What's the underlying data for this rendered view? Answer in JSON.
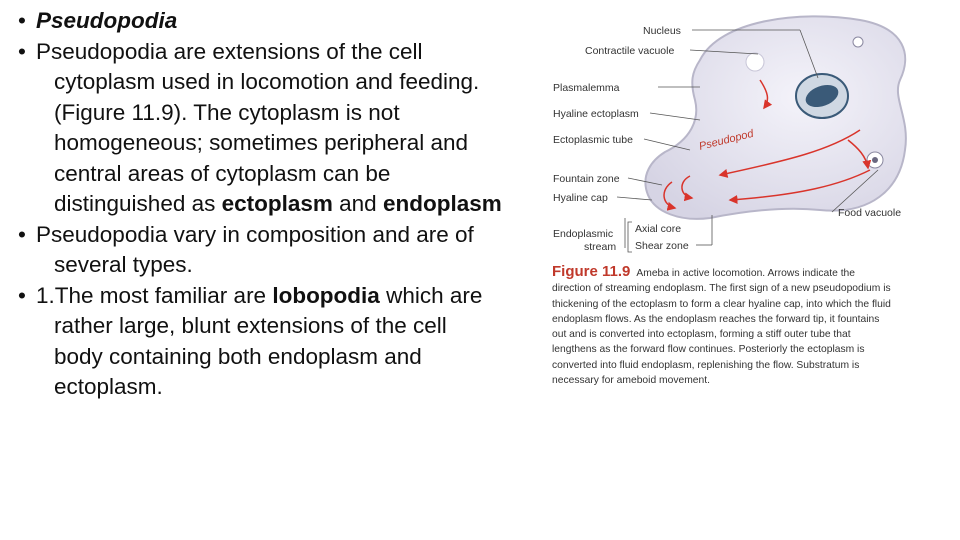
{
  "bullets": {
    "b1": {
      "marker": "•",
      "title": "Pseudopodia"
    },
    "b2": {
      "marker": "•",
      "line1": "Pseudopodia are extensions of the cell",
      "line2": "cytoplasm used in locomotion and feeding.",
      "line3": "(Figure 11.9). The cytoplasm is not",
      "line4": "homogeneous; sometimes peripheral and",
      "line5": "central areas of cytoplasm can be",
      "line6_pre": "distinguished as ",
      "line6_b1": "ectoplasm",
      "line6_mid": " and ",
      "line6_b2": "endoplasm"
    },
    "b3": {
      "marker": "•",
      "line1": "Pseudopodia vary in composition and are of",
      "line2": "several types."
    },
    "b4": {
      "marker": "•",
      "line1_pre": "1.The most familiar are ",
      "line1_bold": "lobopodia",
      "line1_post": " which are",
      "line2": "rather large, blunt extensions of the cell",
      "line3": "body containing both endoplasm and",
      "line4": "ectoplasm."
    }
  },
  "figure": {
    "labels": {
      "nucleus": "Nucleus",
      "contractile_vacuole": "Contractile vacuole",
      "plasmalemma": "Plasmalemma",
      "hyaline_ectoplasm": "Hyaline ectoplasm",
      "ectoplasmic_tube": "Ectoplasmic tube",
      "fountain_zone": "Fountain zone",
      "hyaline_cap": "Hyaline cap",
      "endoplasmic": "Endoplasmic",
      "stream": "stream",
      "axial_core": "Axial core",
      "shear_zone": "Shear zone",
      "food_vacuole": "Food vacuole",
      "pseudopod": "Pseudopod"
    },
    "caption": {
      "label": "Figure 11.9",
      "lines": [
        "Ameba in active locomotion. Arrows indicate the",
        "direction of streaming endoplasm. The first sign of a new pseudopodium is",
        "thickening of the ectoplasm to form a clear hyaline cap, into which the fluid",
        "endoplasm flows. As the endoplasm reaches the forward tip, it fountains",
        "out and is converted into ectoplasm, forming a stiff outer tube that",
        "lengthens as the forward flow continues. Posteriorly the ectoplasm is",
        "converted into fluid endoplasm, replenishing the flow. Substratum is",
        "necessary for ameboid movement."
      ]
    },
    "colors": {
      "cell": "#e4e3ef",
      "cell_edge": "#b8b6c9",
      "arrow": "#d9342b",
      "nucleus": "#3a5a78",
      "label": "#333333"
    }
  }
}
